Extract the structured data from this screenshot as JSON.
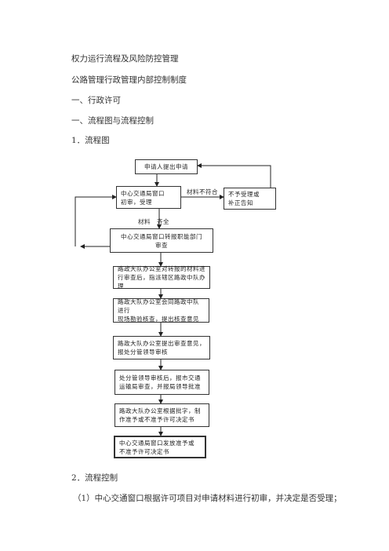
{
  "doc": {
    "title1": "权力运行流程及风险防控管理",
    "title2": "公路管理行政管理内部控制制度",
    "h1": "一、行政许可",
    "h2": "一、流程图与流程控制",
    "h3": "1．流程图",
    "h4": "2．流程控制",
    "p1": "（1）中心交通窗口根据许可项目对申请材料进行初审，并决定是否受理；"
  },
  "flow": {
    "box1": "申请人提出申请",
    "box2_l1": "中心交通局窗口",
    "box2_l2": "初审，受理",
    "box3_l1": "不予受理或",
    "box3_l2": "补正告知",
    "box4_l1": "中心交通局窗口转报职能部门",
    "box4_l2": "审查",
    "box5_l1": "路政大队办公室对转报的材料进",
    "box5_l2": "行审查后，指派辖区路政中队办理",
    "box6_l1": "路政大队办公室会同路政中队进行",
    "box6_l2": "现场勘验核查，提出核查意见",
    "box7_l1": "路政大队办公室提出审查意见，",
    "box7_l2": "报处分管领导审核",
    "box8_l1": "处分管领导审核后，报市交通",
    "box8_l2": "运输局审查，并报局领导批准",
    "box9_l1": "路政大队办公室根据批字，制",
    "box9_l2": "作准予或不准予许可决定书",
    "box10_l1": "中心交通局窗口发放准予或",
    "box10_l2": "不准予许可决定书",
    "label_not_meet": "材料不符合",
    "label_complete": "材料　齐全"
  }
}
